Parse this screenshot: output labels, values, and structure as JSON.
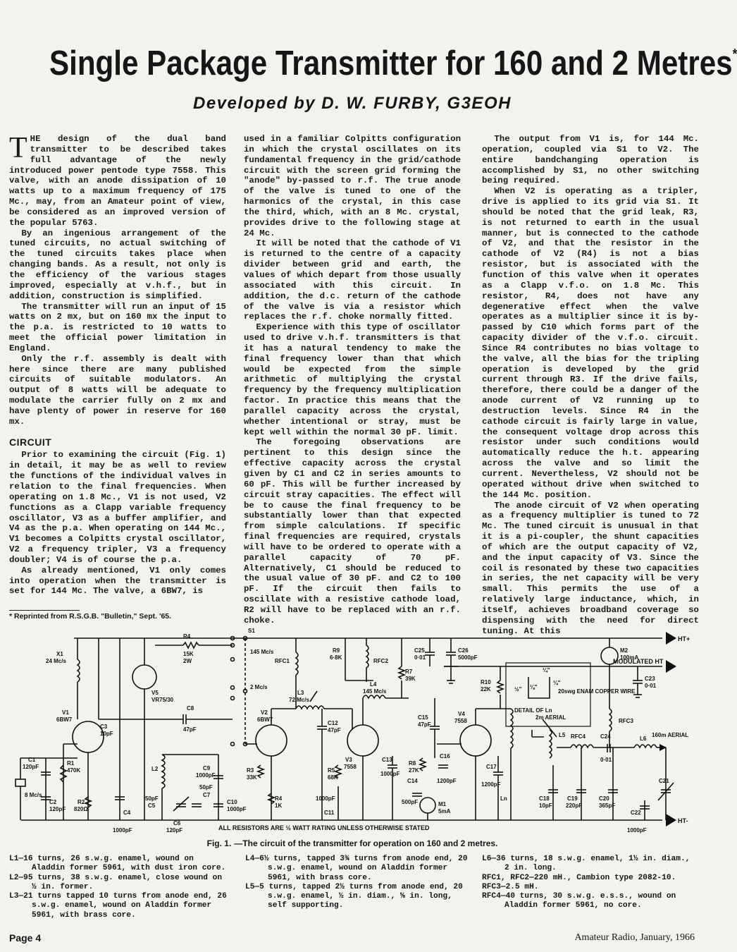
{
  "title": "Single Package Transmitter for 160 and 2 Metres",
  "title_marker": "*",
  "byline": "Developed by D. W. FURBY, G3EOH",
  "col1": {
    "dropcap": "T",
    "p1": "HE design of the dual band transmitter to be described takes full advantage of the newly introduced power pentode type 7558. This valve, with an anode dissipation of 10 watts up to a maximum frequency of 175 Mc., may, from an Amateur point of view, be considered as an improved version of the popular 5763.",
    "p2": "By an ingenious arrangement of the tuned circuits, no actual switching of the tuned circuits takes place when changing bands. As a result, not only is the efficiency of the various stages improved, especially at v.h.f., but in addition, construction is simplified.",
    "p3": "The transmitter will run an input of 15 watts on 2 mx, but on 160 mx the input to the p.a. is restricted to 10 watts to meet the official power limitation in England.",
    "p4": "Only the r.f. assembly is dealt with here since there are many published circuits of suitable modulators. An output of 8 watts will be adequate to modulate the carrier fully on 2 mx and have plenty of power in reserve for 160 mx.",
    "heading": "CIRCUIT",
    "p5": "Prior to examining the circuit (Fig. 1) in detail, it may be as well to review the functions of the individual valves in relation to the final frequencies. When operating on 1.8 Mc., V1 is not used, V2 functions as a Clapp variable frequency oscillator, V3 as a buffer amplifier, and V4 as the p.a. When operating on 144 Mc., V1 becomes a Colpitts crystal oscillator, V2 a frequency tripler, V3 a frequency doubler; V4 is of course the p.a.",
    "p6": "As already mentioned, V1 only comes into operation when the transmitter is set for 144 Mc. The valve, a 6BW7, is"
  },
  "col2": {
    "p1": "used in a familiar Colpitts configuration in which the crystal oscillates on its fundamental frequency in the grid/cathode circuit with the screen grid forming the \"anode\" by-passed to r.f. The true anode of the valve is tuned to one of the harmonics of the crystal, in this case the third, which, with an 8 Mc. crystal, provides drive to the following stage at 24 Mc.",
    "p2": "It will be noted that the cathode of V1 is returned to the centre of a capacity divider between grid and earth, the values of which depart from those usually associated with this circuit. In addition, the d.c. return of the cathode of the valve is via a resistor which replaces the r.f. choke normally fitted.",
    "p3": "Experience with this type of oscillator used to drive v.h.f. transmitters is that it has a natural tendency to make the final frequency lower than that which would be expected from the simple arithmetic of multiplying the crystal frequency by the frequency multiplication factor. In practice this means that the parallel capacity across the crystal, whether intentional or stray, must be kept well within the normal 30 pF. limit.",
    "p4": "The foregoing observations are pertinent to this design since the effective capacity across the crystal given by C1 and C2 in series amounts to 60 pF. This will be further increased by circuit stray capacities. The effect will be to cause the final frequency to be substantially lower than that expected from simple calculations. If specific final frequencies are required, crystals will have to be ordered to operate with a parallel capacity of 70 pF. Alternatively, C1 should be reduced to the usual value of 30 pF. and C2 to 100 pF. If the circuit then fails to oscillate with a resistive cathode load, R2 will have to be replaced with an r.f. choke."
  },
  "col3": {
    "p1": "The output from V1 is, for 144 Mc. operation, coupled via S1 to V2. The entire bandchanging operation is accomplished by S1, no other switching being required.",
    "p2": "When V2 is operating as a tripler, drive is applied to its grid via S1. It should be noted that the grid leak, R3, is not returned to earth in the usual manner, but is connected to the cathode of V2, and that the resistor in the cathode of V2 (R4) is not a bias resistor, but is associated with the function of this valve when it operates as a Clapp v.f.o. on 1.8 Mc. This resistor, R4, does not have any degenerative effect when the valve operates as a multiplier since it is by-passed by C10 which forms part of the capacity divider of the v.f.o. circuit. Since R4 contributes no bias voltage to the valve, all the bias for the tripling operation is developed by the grid current through R3. If the drive fails, therefore, there could be a danger of the anode current of V2 running up to destruction levels. Since R4 in the cathode circuit is fairly large in value, the consequent voltage drop across this resistor under such conditions would automatically reduce the h.t. appearing across the valve and so limit the current. Nevertheless, V2 should not be operated without drive when switched to the 144 Mc. position.",
    "p3": "The anode circuit of V2 when operating as a frequency multiplier is tuned to 72 Mc. The tuned circuit is unusual in that it is a pi-coupler, the shunt capacities of which are the output capacity of V2, and the input capacity of V3. Since the coil is resonated by these two capacities in series, the net capacity will be very small. This permits the use of a relatively large inductance, which, in itself, achieves broadband coverage so dispensing with the need for direct tuning. At this"
  },
  "footnote": "* Reprinted from R.S.G.B. \"Bulletin,\" Sept. '65.",
  "schematic": {
    "note": "ALL RESISTORS ARE ½ WATT RATING UNLESS OTHERWISE STATED",
    "ht_plus": "HT+",
    "ht_minus": "HT-",
    "modulated_ht": "MODULATED HT",
    "aerial_2m": "2m AERIAL",
    "aerial_160m": "160m AERIAL",
    "labels": {
      "x1": "X1",
      "x1_freq": "24 Mc/s",
      "v1": "V1",
      "v1_type": "6BW7",
      "v2": "V2",
      "v2_type": "6BW7",
      "v3": "V3",
      "v3_type": "7558",
      "v4": "V4",
      "v4_type": "7558",
      "v5": "V5",
      "v5_type": "VR75/30",
      "r4": "R4",
      "r4_val": "15K",
      "r4_w": "2W",
      "r1": "R1",
      "r1_val": "470K",
      "r2": "R2",
      "r2_val": "820Ω",
      "r3": "R3",
      "r3_val": "33K",
      "r5": "R5",
      "r5_val": "68K",
      "r7": "R7",
      "r7_val": "39K",
      "r8": "R8",
      "r8_val": "27K",
      "r9": "R9",
      "r9_val": "6·8K",
      "r10": "R10",
      "r10_val": "22K",
      "rk": "R4",
      "rk_val": "1K",
      "c1": "C1",
      "c1_val": "120pF",
      "c2": "C2",
      "c2_val": "120pF",
      "c3": "C3",
      "c3_val": "10pF",
      "c4": "C4",
      "c4_val": "1000pF",
      "c5": "C5",
      "c5_val": "50pF",
      "c6": "C6",
      "c6_val": "120pF",
      "c7": "C7",
      "c7_val": "50pF",
      "c8": "C8",
      "c8_val": "47pF",
      "c9": "C9",
      "c9_val": "1000pF",
      "c10": "C10",
      "c10_val": "1000pF",
      "c11": "C11",
      "c11_val": "1000pF",
      "c12": "C12",
      "c12_val": "47pF",
      "c13": "C13",
      "c13_val": "1000pF",
      "c14": "C14",
      "c14_val": "500pF",
      "c15": "C15",
      "c15_val": "47pF",
      "c16": "C16",
      "c16_val": "1200pF",
      "c17": "C17",
      "c17_val": "1200pF",
      "c18": "C18",
      "c18_val": "10pF",
      "c19": "C19",
      "c19_val": "220pF",
      "c20": "C20",
      "c20_val": "365pF",
      "c21": "C21",
      "c22": "C22",
      "c22_val": "1000pF",
      "c23": "C23",
      "c23_val": "0·01",
      "c24": "C24",
      "c24_val": "0·01",
      "c25": "C25",
      "c25_val": "0·01",
      "c26": "C26",
      "c26_val": "5000pF",
      "l2": "L2",
      "l3": "L3",
      "l3_freq": "72 Mc/s",
      "l4": "L4",
      "l4_freq": "145 Mc/s",
      "l5": "L5",
      "l6": "L6",
      "ln": "Ln",
      "rfc1": "RFC1",
      "rfc2": "RFC2",
      "rfc3": "RFC3",
      "rfc4": "RFC4",
      "m1": "M1",
      "m1_val": "5mA",
      "m2": "M2",
      "m2_val": "100mA",
      "xtal": "8 Mc/s",
      "s1": "S1",
      "sw_145": "145 Mc/s",
      "sw_2": "2 Mc/s",
      "detail": "DETAIL OF Ln",
      "detail_wire": "20swg ENAM COPPER WIRE",
      "d1": "¼\"",
      "d2": "⅛\"",
      "d3": "½\"",
      "d4": "¼\""
    }
  },
  "caption": {
    "lead": "Fig. 1.",
    "text": "—The circuit of the transmitter for operation on 160 and 2 metres."
  },
  "coils": {
    "a": [
      "L1—16 turns, 26 s.w.g. enamel, wound on Aladdin former 5961, with dust iron core.",
      "L2—95 turns, 38 s.w.g. enamel, close wound on ½ in. former.",
      "L3—21 turns tapped 10 turns from anode end, 26 s.w.g. enamel, wound on Aladdin former 5961, with brass core."
    ],
    "b": [
      "L4—6½ turns, tapped 3¾ turns from anode end, 20 s.w.g. enamel, wound on Aladdin former 5961, with brass core.",
      "L5—5 turns, tapped 2½ turns from anode end, 20 s.w.g. enamel, ½ in. diam., ⅝ in. long, self supporting."
    ],
    "c": [
      "L6—36 turns, 18 s.w.g. enamel, 1½ in. diam., 2 in. long.",
      "RFC1, RFC2—220 mH., Cambion type 2082-10.",
      "RFC3—2.5 mH.",
      "RFC4—40 turns, 30 s.w.g. e.s.s., wound on Aladdin former 5961, no core."
    ]
  },
  "footer": {
    "page": "Page 4",
    "journal": "Amateur Radio, January, 1966"
  }
}
